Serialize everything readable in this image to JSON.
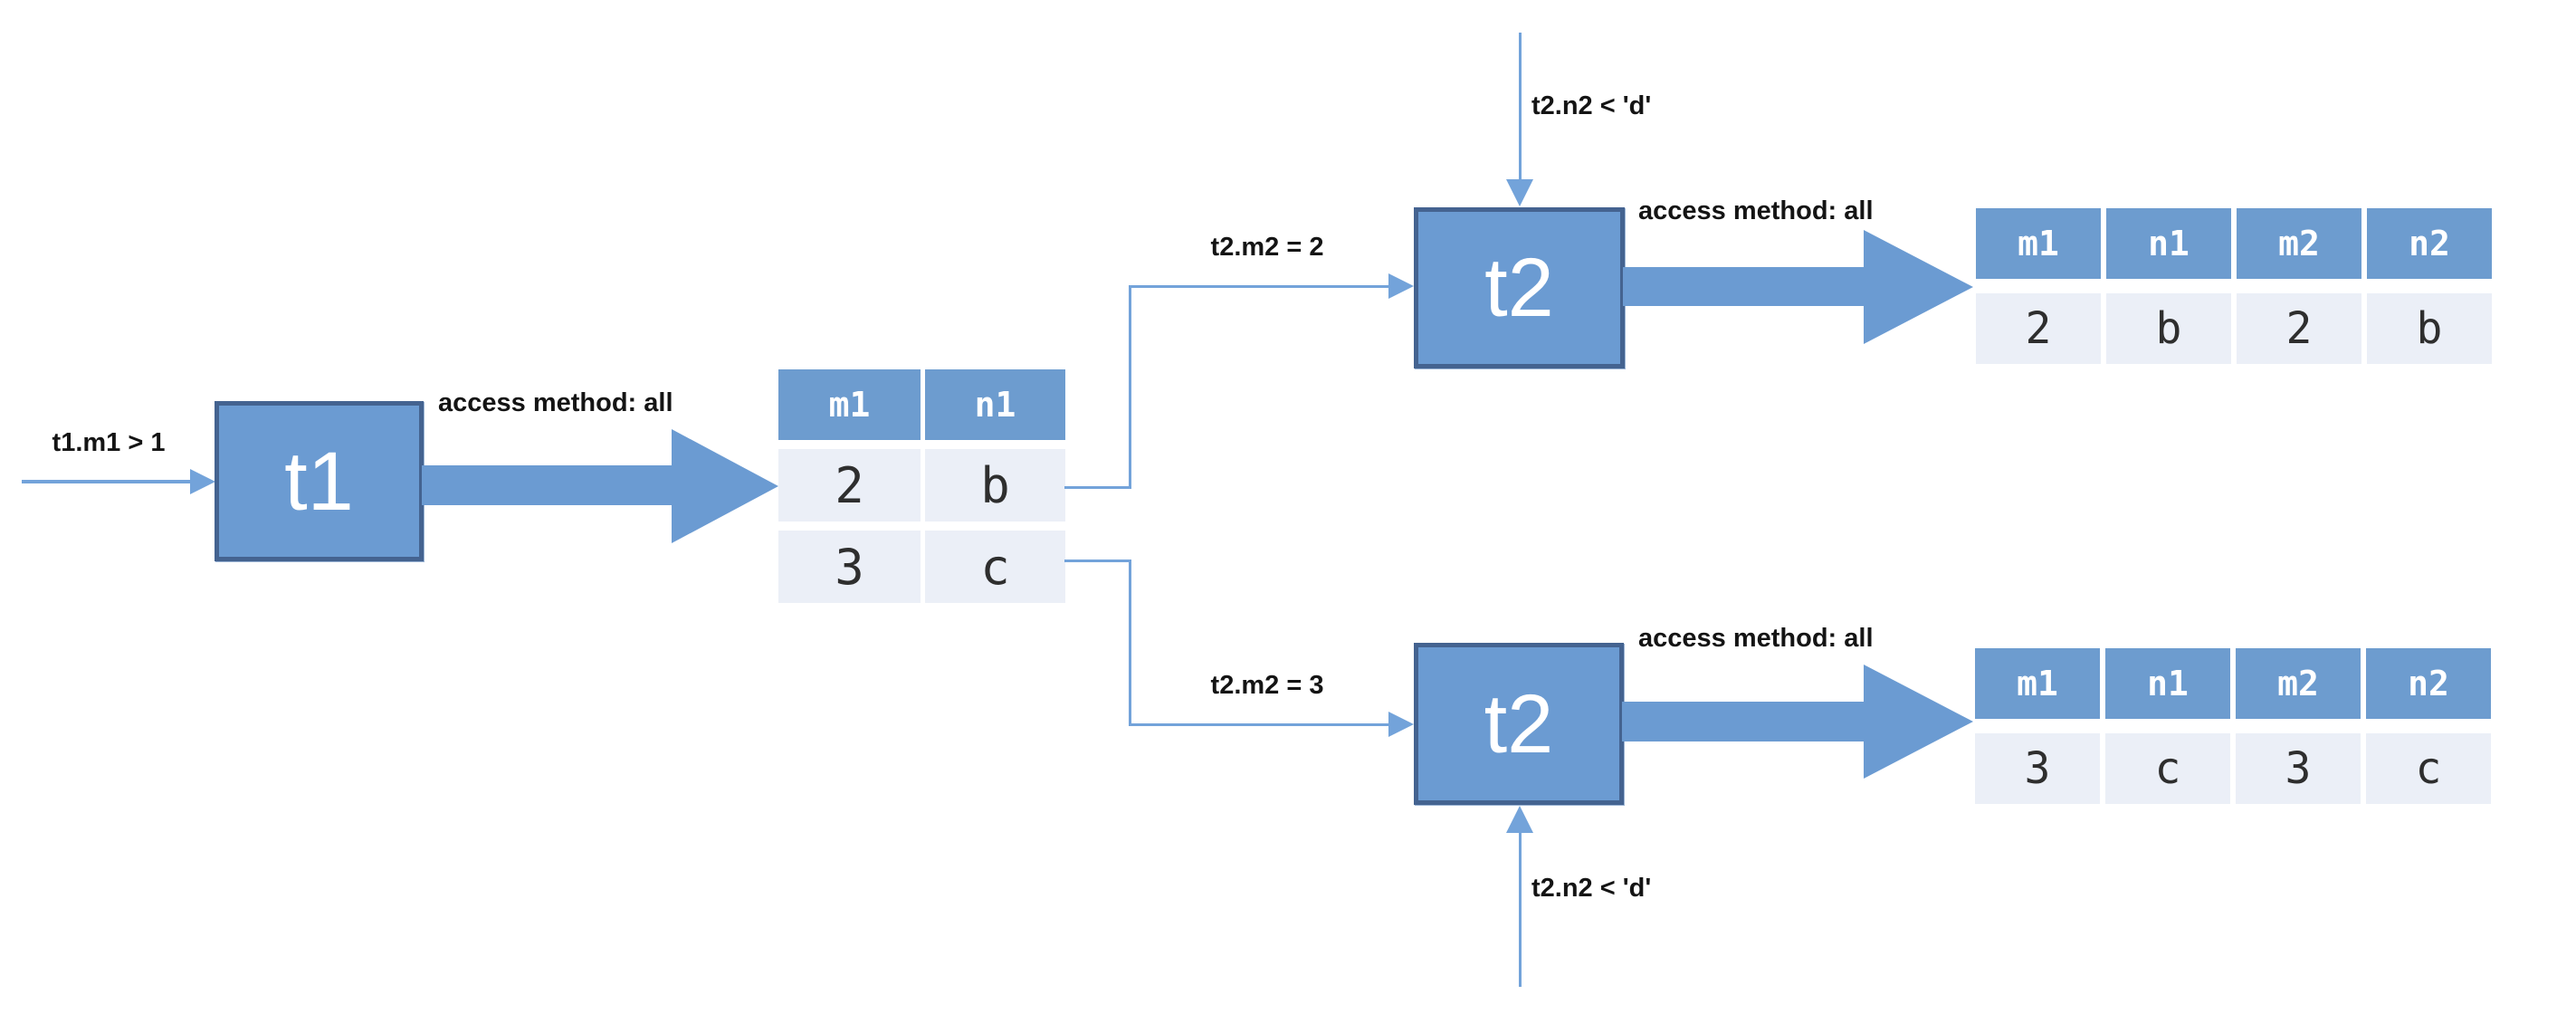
{
  "colors": {
    "box_fill": "#6b9bd2",
    "box_border": "#446390",
    "table_header_fill": "#6d9ccf",
    "table_row_fill": "#ebeff7",
    "connector_blue": "#73a3da",
    "big_arrow_blue": "#6b9bd2",
    "label_text": "#141414"
  },
  "t1_stage": {
    "filter_label": "t1.m1 > 1",
    "box_label": "t1",
    "access_label": "access method: all",
    "result_table": {
      "headers": [
        "m1",
        "n1"
      ],
      "rows": [
        [
          "2",
          "b"
        ],
        [
          "3",
          "c"
        ]
      ]
    }
  },
  "top_branch": {
    "join_label": "t2.m2 = 2",
    "pushdown_label": "t2.n2 < 'd'",
    "box_label": "t2",
    "access_label": "access method: all",
    "result_table": {
      "headers": [
        "m1",
        "n1",
        "m2",
        "n2"
      ],
      "rows": [
        [
          "2",
          "b",
          "2",
          "b"
        ]
      ]
    }
  },
  "bottom_branch": {
    "join_label": "t2.m2 = 3",
    "pushdown_label": "t2.n2 < 'd'",
    "box_label": "t2",
    "access_label": "access method: all",
    "result_table": {
      "headers": [
        "m1",
        "n1",
        "m2",
        "n2"
      ],
      "rows": [
        [
          "3",
          "c",
          "3",
          "c"
        ]
      ]
    }
  }
}
